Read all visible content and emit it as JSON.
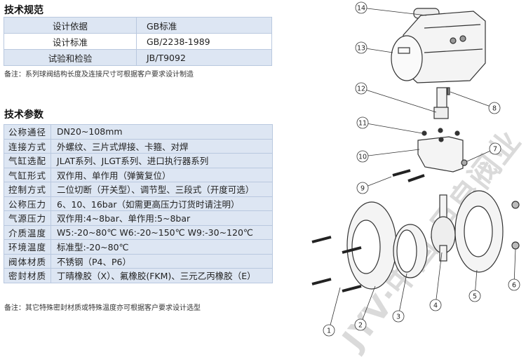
{
  "spec": {
    "title": "技术规范",
    "rows": [
      {
        "label": "设计依据",
        "value": "GB标准"
      },
      {
        "label": "设计标准",
        "value": "GB/2238-1989"
      },
      {
        "label": "试验和检验",
        "value": "JB/T9092"
      }
    ],
    "note": "备注：系列球阀结构长度及连接尺寸可根据客户要求设计制造"
  },
  "params": {
    "title": "技术参数",
    "rows": [
      {
        "label": "公称通径",
        "value": "DN20~108mm"
      },
      {
        "label": "连接方式",
        "value": "外螺纹、三片式焊接、卡箍、对焊"
      },
      {
        "label": "气缸选配",
        "value": "JLAT系列、JLGT系列、进口执行器系列"
      },
      {
        "label": "气缸形式",
        "value": "双作用、单作用（弹簧复位）"
      },
      {
        "label": "控制方式",
        "value": "二位切断（开关型）、调节型、三段式（开度可选）"
      },
      {
        "label": "公称压力",
        "value": "6、10、16bar（如需更高压力订货时请注明）"
      },
      {
        "label": "气源压力",
        "value": "双作用:4~8bar、单作用:5~8bar"
      },
      {
        "label": "介质温度",
        "value": "W5:-20~80℃  W6:-20~150℃  W9:-30~120℃"
      },
      {
        "label": "环境温度",
        "value": "标准型:-20~80℃"
      },
      {
        "label": "阀体材质",
        "value": "不锈钢（P4、P6）"
      },
      {
        "label": "密封材质",
        "value": "丁晴橡胶（X）、氟橡胶(FKM)、三元乙丙橡胶（E）"
      }
    ],
    "note": "备注：其它特殊密封材质或特殊温度亦可根据客户要求设计选型"
  },
  "diagram": {
    "callouts": [
      "1",
      "2",
      "3",
      "4",
      "5",
      "6",
      "7",
      "8",
      "9",
      "10",
      "11",
      "12",
      "13",
      "14"
    ],
    "watermark": "JYV·中国·巨良阀业"
  }
}
